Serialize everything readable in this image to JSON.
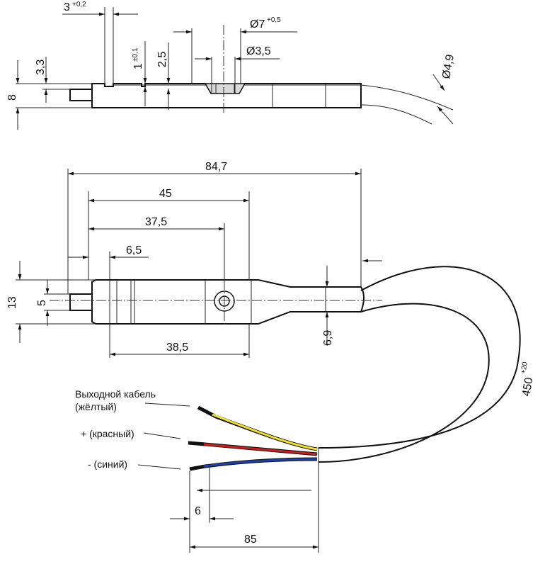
{
  "top_view": {
    "dims": {
      "d3": {
        "base": "3",
        "tol": "+0,2"
      },
      "d7": {
        "base": "Ø7",
        "tol": "+0,5"
      },
      "d3_5": "Ø3,5",
      "d2_5": "2,5",
      "d1": {
        "base": "1",
        "tol": "±0,1"
      },
      "d3_3": "3,3",
      "d8": "8",
      "d4_9": "Ø4,9"
    }
  },
  "plan_view": {
    "dims": {
      "d84_7": "84,7",
      "d45": "45",
      "d37_5": "37,5",
      "d6_5": "6,5",
      "d13": "13",
      "d5": "5",
      "d6_9": "6,9",
      "d38_5": "38,5"
    }
  },
  "cable": {
    "length": {
      "base": "450",
      "tol": "+20"
    },
    "d6": "6",
    "d85": "85",
    "wires": [
      {
        "label_line1": "Выходной кабель",
        "label_line2": "(жёлтый)",
        "color": "#f0e02a"
      },
      {
        "label_line1": "+ (красный)",
        "label_line2": "",
        "color": "#c81e1e"
      },
      {
        "label_line1": "- (синий)",
        "label_line2": "",
        "color": "#1f3fa8"
      }
    ]
  }
}
